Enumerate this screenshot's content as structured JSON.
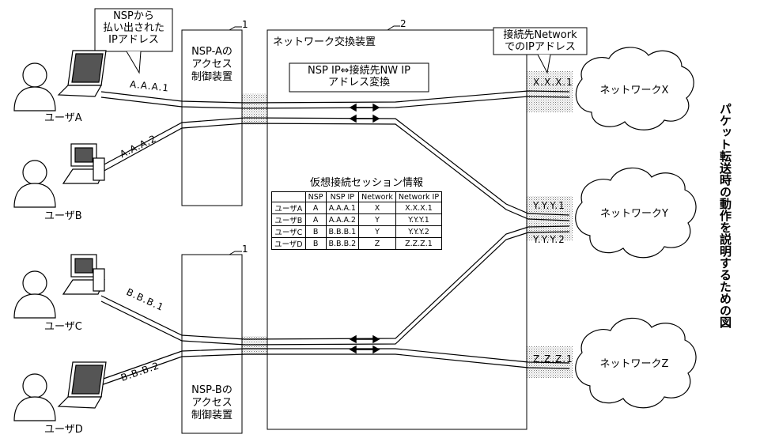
{
  "callout_nsp": "NSPから\n払い出された\nIPアドレス",
  "callout_dest": "接続先Network\nでのIPアドレス",
  "nsp_a_label": "NSP-Aの\nアクセス\n制御装置",
  "nsp_b_label": "NSP-Bの\nアクセス\n制御装置",
  "switch_label": "ネットワーク交換装置",
  "translate_label": "NSP IP⇔接続先NW IP\nアドレス変換",
  "ref_1a": "1",
  "ref_1b": "1",
  "ref_2": "2",
  "users": [
    "ユーザA",
    "ユーザB",
    "ユーザC",
    "ユーザD"
  ],
  "user_ips": [
    "A.A.A.1",
    "A.A.A.2",
    "B.B.B.1",
    "B.B.B.2"
  ],
  "dest_ips": [
    "X.X.X.1",
    "Y.Y.Y.1",
    "Y.Y.Y.2",
    "Z.Z.Z.1"
  ],
  "networks": [
    "ネットワークX",
    "ネットワークY",
    "ネットワークZ"
  ],
  "session_title": "仮想接続セッション情報",
  "session_table": {
    "headers": [
      "",
      "NSP",
      "NSP IP",
      "Network",
      "Network IP"
    ],
    "rows": [
      [
        "ユーザA",
        "A",
        "A.A.A.1",
        "X",
        "X.X.X.1"
      ],
      [
        "ユーザB",
        "A",
        "A.A.A.2",
        "Y",
        "Y.Y.Y.1"
      ],
      [
        "ユーザC",
        "B",
        "B.B.B.1",
        "Y",
        "Y.Y.Y.2"
      ],
      [
        "ユーザD",
        "B",
        "B.B.B.2",
        "Z",
        "Z.Z.Z.1"
      ]
    ]
  },
  "figure_title": "パケット転送時の動作を説明するための図"
}
